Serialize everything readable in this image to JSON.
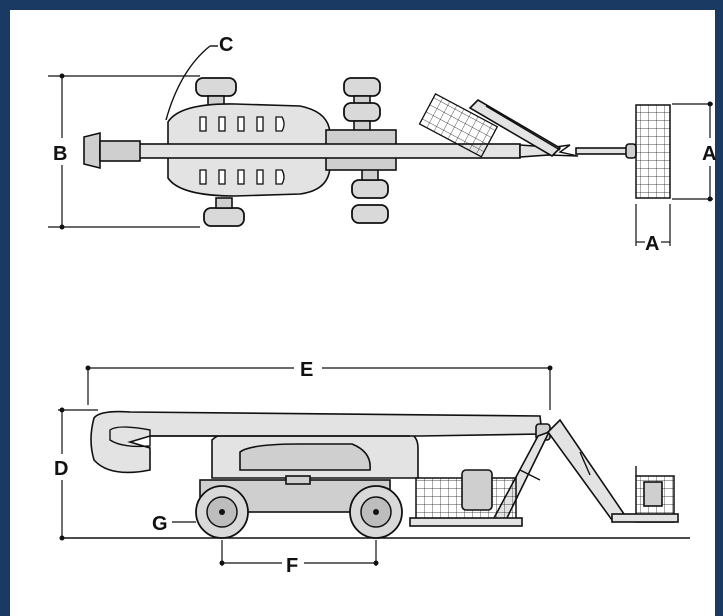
{
  "labels": {
    "a_top": "A",
    "a_bottom": "A",
    "b": "B",
    "c": "C",
    "d": "D",
    "e": "E",
    "f": "F",
    "g": "G"
  }
}
